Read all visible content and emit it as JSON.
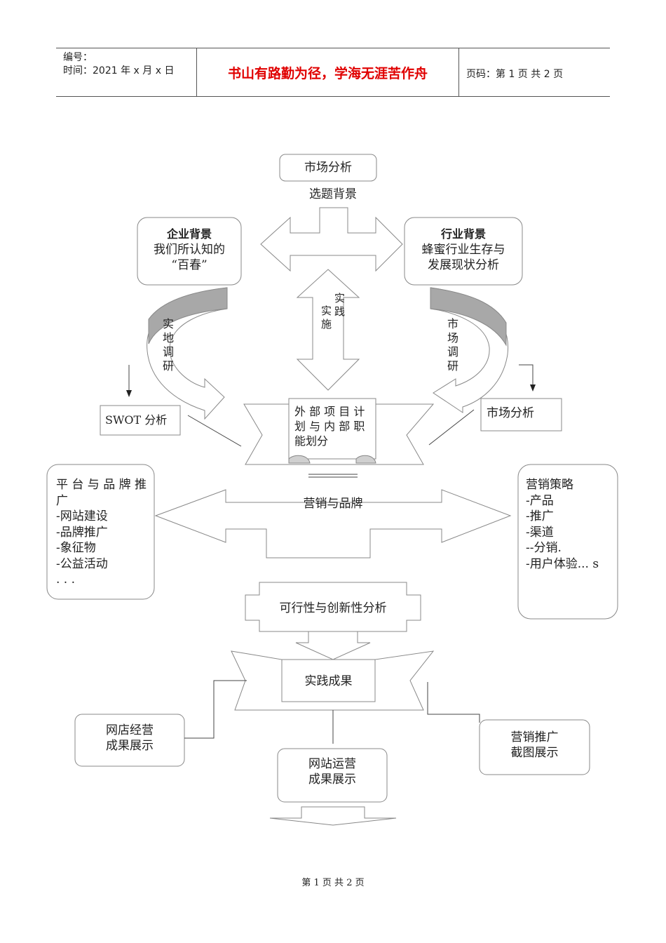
{
  "header": {
    "code_label": "编号：",
    "time_label": "时间：2021 年 x 月 x 日",
    "motto": "书山有路勤为径，学海无涯苦作舟",
    "page_label": "页码：第 1 页  共 2 页"
  },
  "diagram": {
    "top_box": "市场分析",
    "topic_label": "选题背景",
    "enterprise_title": "企业背景",
    "enterprise_line1": "我们所认知的",
    "enterprise_line2": "“百春”",
    "industry_title": "行业背景",
    "industry_line1": "蜂蜜行业生存与",
    "industry_line2": "发展现状分析",
    "left_curve_label": "实\n地\n调\n研",
    "center_arrow_label_a": "实\n施",
    "center_arrow_label_b": "实\n践",
    "right_curve_label": "市\n场\n调\n研",
    "swot_box": "SWOT 分析",
    "market_box2": "市场分析",
    "scroll_text": "外 部 项 目 计\n划 与 内 部 职\n能划分",
    "marketing_brand": "营销与品牌",
    "platform_box": "平 台 与 品 牌 推\n广\n-网站建设\n-品牌推广\n-象征物\n-公益活动\n. . .",
    "strategy_box": "营销策略\n-产品\n-推广\n-渠道\n--分销.\n-用户体验... s",
    "feasibility_box": "可行性与创新性分析",
    "results_box": "实践成果",
    "shop_box": "网店经营\n成果展示",
    "promo_box": "营销推广\n截图展示",
    "website_box": "网站运营\n成果展示"
  },
  "footer": {
    "text": "第  1  页  共  2  页"
  }
}
